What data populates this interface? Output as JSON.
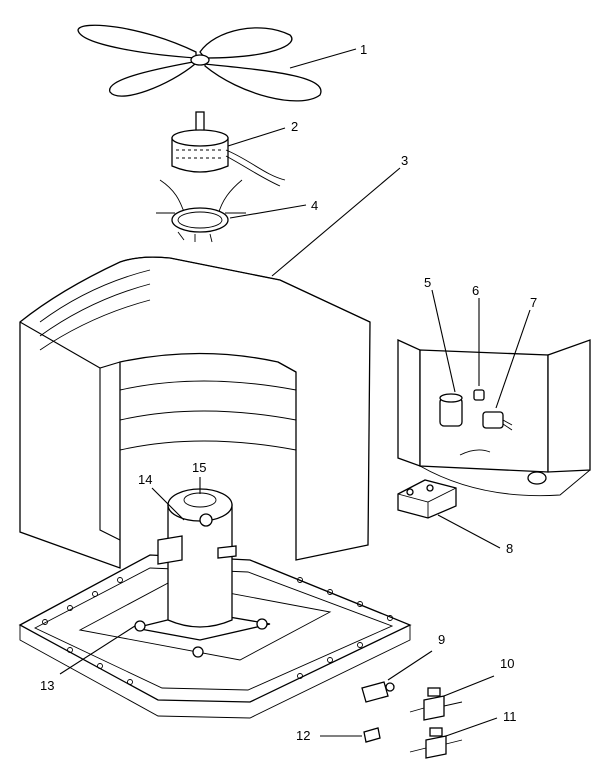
{
  "callouts": [
    {
      "id": "fan-blade",
      "label": "1"
    },
    {
      "id": "fan-motor",
      "label": "2"
    },
    {
      "id": "motor-mount",
      "label": "3"
    },
    {
      "id": "motor-bracket-ring",
      "label": "4"
    },
    {
      "id": "capacitor",
      "label": "5"
    },
    {
      "id": "small-part",
      "label": "6"
    },
    {
      "id": "relay",
      "label": "7"
    },
    {
      "id": "contactor",
      "label": "8"
    },
    {
      "id": "fitting",
      "label": "9"
    },
    {
      "id": "service-valve-upper",
      "label": "10"
    },
    {
      "id": "service-valve-lower",
      "label": "11"
    },
    {
      "id": "small-fitting",
      "label": "12"
    },
    {
      "id": "base-pan",
      "label": "13"
    },
    {
      "id": "compressor",
      "label": "14"
    },
    {
      "id": "compressor-top",
      "label": "15"
    }
  ],
  "colors": {
    "ink": "#000000",
    "paper": "#ffffff"
  }
}
